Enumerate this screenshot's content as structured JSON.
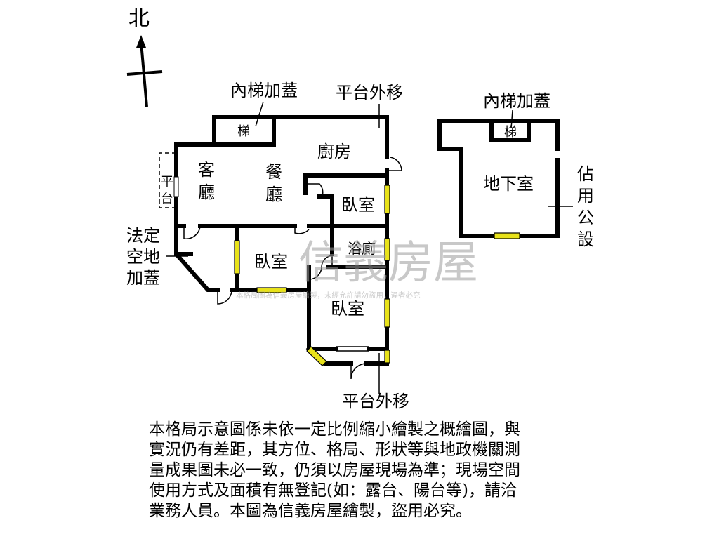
{
  "compass": {
    "north": "北"
  },
  "labels": {
    "inner_stair_1": "內梯加蓋",
    "platform_shift_top": "平台外移",
    "stair_1": "梯",
    "kitchen": "廚房",
    "living_room": [
      "客",
      "廳"
    ],
    "dining_room": [
      "餐",
      "廳"
    ],
    "platform_side": [
      "平",
      "台"
    ],
    "bedroom_1": "臥室",
    "bathroom": "浴廁",
    "bedroom_2": "臥室",
    "bedroom_3": "臥室",
    "legal_void": [
      "法定",
      "空地",
      "加蓋"
    ],
    "platform_shift_bottom": "平台外移",
    "inner_stair_2": "內梯加蓋",
    "stair_2": "梯",
    "basement": "地下室",
    "occupied_common": [
      "佔",
      "用",
      "公",
      "設"
    ]
  },
  "watermark": {
    "brand": "信義房屋",
    "note": "本格局圖為信義房屋繪製，未經允許請勿盜用，違者必究"
  },
  "disclaimer": [
    "本格局示意圖係未依一定比例縮小繪製之概繪圖，與",
    "實況仍有差距，其方位、格局、形狀等與地政機關測",
    "量成果圖未必一致，仍須以房屋現場為準；現場空間",
    "使用方式及面積有無登記(如：露台、陽台等)，請洽",
    "業務人員。本圖為信義房屋繪製，盜用必究。"
  ]
}
